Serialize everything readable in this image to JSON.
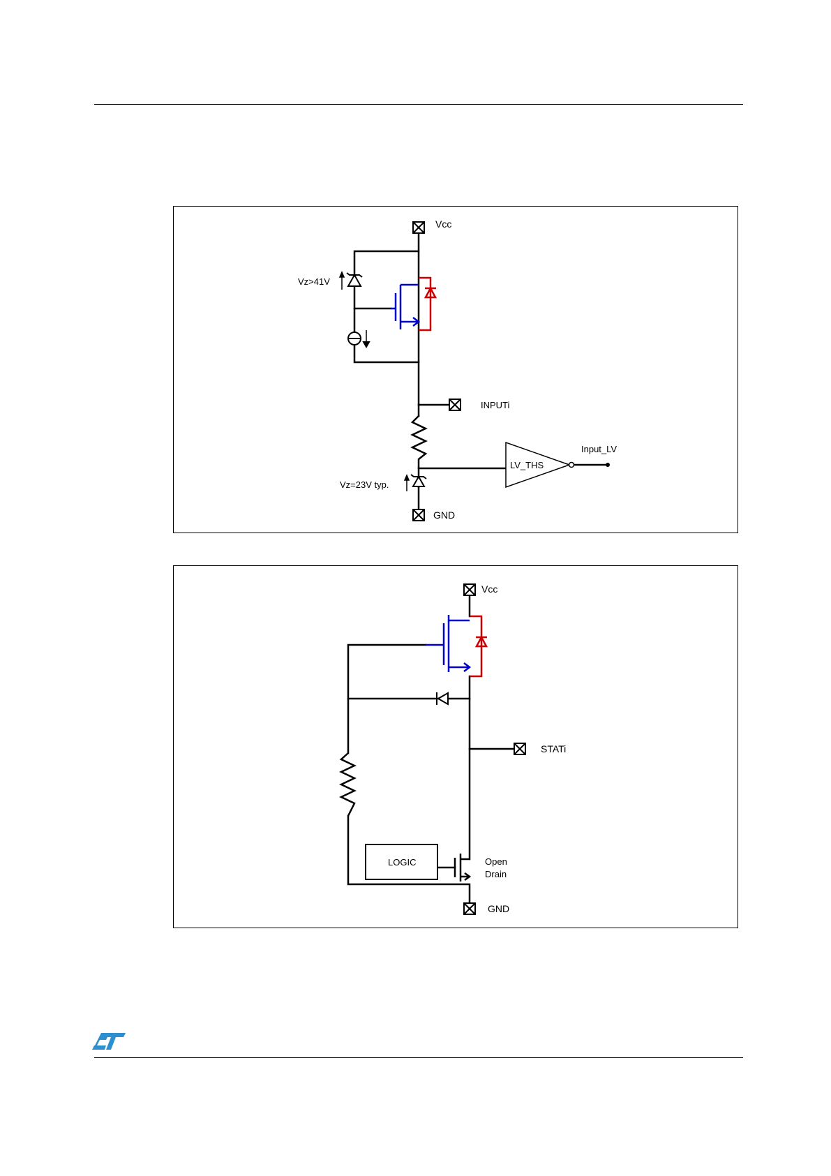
{
  "brand": {
    "color": "#2e8fd0",
    "logo_icon": "st-logo-icon"
  },
  "colors": {
    "wire": "#000000",
    "gate": "#0000cc",
    "body_diode": "#cc0000"
  },
  "input_circuit": {
    "vcc": "Vcc",
    "zener_top": "Vz>41V",
    "input_pin": "INPUTi",
    "buffer": "LV_THS",
    "output": "Input_LV",
    "zener_bottom": "Vz=23V typ.",
    "gnd": "GND"
  },
  "status_circuit": {
    "vcc": "Vcc",
    "stat_pin": "STATi",
    "logic": "LOGIC",
    "open": "Open",
    "drain": "Drain",
    "gnd": "GND"
  }
}
